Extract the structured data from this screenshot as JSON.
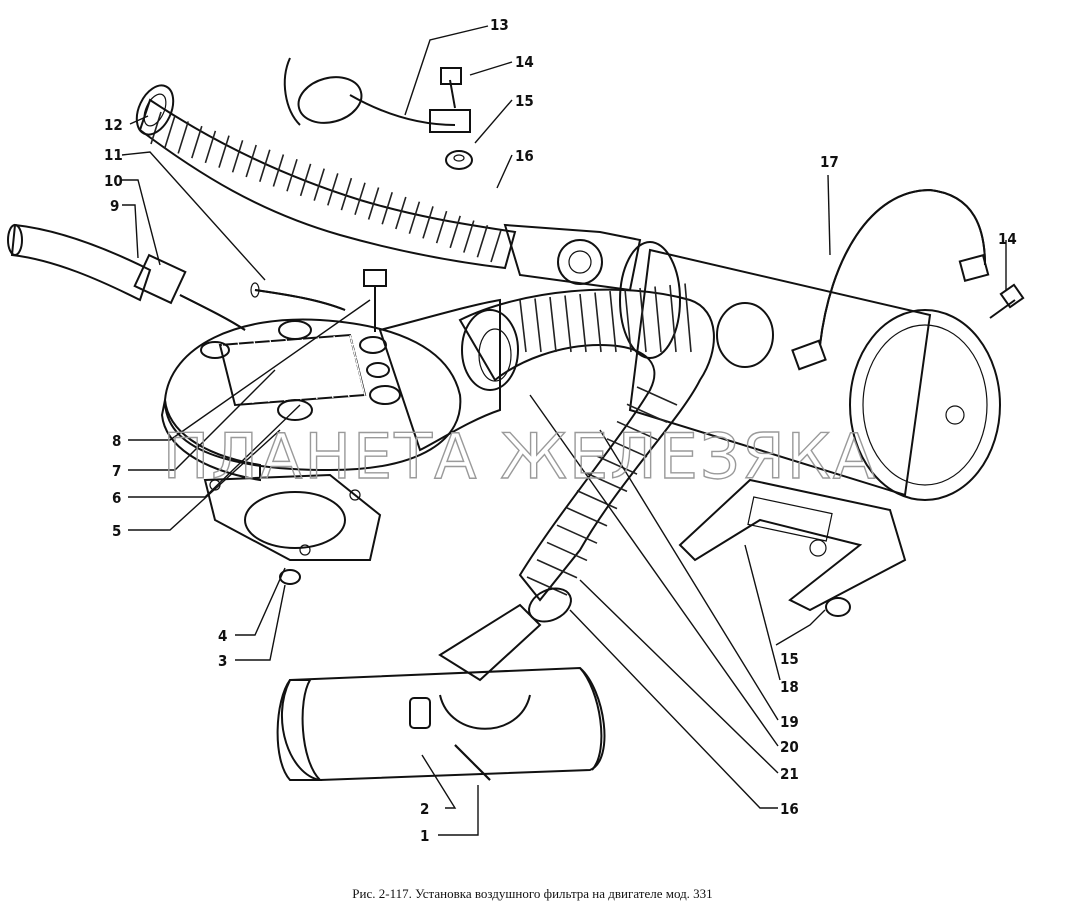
{
  "caption": "Рис. 2-117. Установка воздушного фильтра на двигателе мод. 331",
  "watermark": "ПЛАНЕТА ЖЕЛЕЗЯКА",
  "callouts": [
    "1",
    "2",
    "3",
    "4",
    "5",
    "6",
    "7",
    "8",
    "9",
    "10",
    "11",
    "12",
    "13",
    "14",
    "14",
    "15",
    "15",
    "16",
    "16",
    "17",
    "18",
    "19",
    "20",
    "21"
  ],
  "parts": {
    "intake_hose": "corrugated-hose-upper",
    "air_filter": "air-filter-housing",
    "filter_strap": "filter-strap",
    "lower_hose": "corrugated-hose-lower",
    "adapter": "carburetor-adapter",
    "gasket": "flange-gasket",
    "intake_box": "air-intake-box",
    "bracket": "filter-bracket"
  }
}
